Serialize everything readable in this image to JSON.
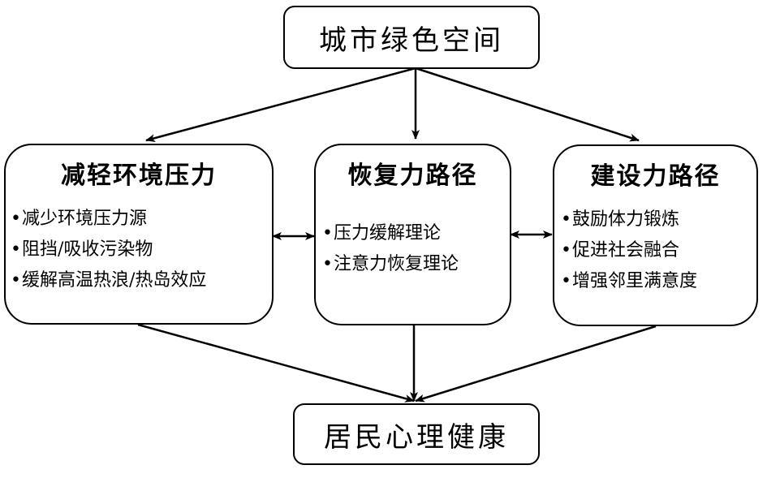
{
  "top": {
    "label": "城市绿色空间"
  },
  "bottom": {
    "label": "居民心理健康"
  },
  "paths": [
    {
      "title": "减轻环境压力",
      "items": [
        "减少环境压力源",
        "阻挡/吸收污染物",
        "缓解高温热浪/热岛效应"
      ]
    },
    {
      "title": "恢复力路径",
      "items": [
        "压力缓解理论",
        "注意力恢复理论"
      ]
    },
    {
      "title": "建设力路径",
      "items": [
        "鼓励体力锻炼",
        "促进社会融合",
        "增强邻里满意度"
      ]
    }
  ],
  "bullet_symbol": "•",
  "colors": {
    "stroke": "#000000",
    "background": "#ffffff"
  }
}
